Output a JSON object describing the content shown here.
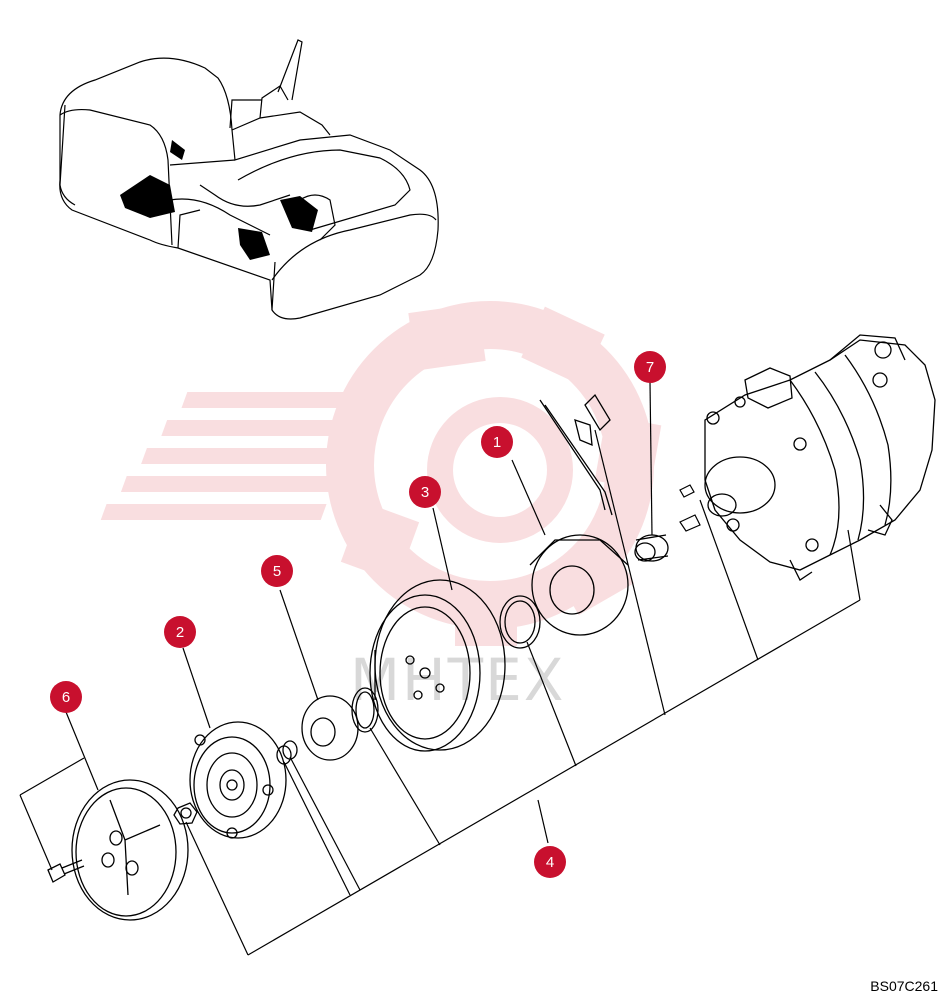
{
  "callouts": [
    {
      "label": "1"
    },
    {
      "label": "2"
    },
    {
      "label": "3"
    },
    {
      "label": "4"
    },
    {
      "label": "5"
    },
    {
      "label": "6"
    },
    {
      "label": "7"
    }
  ],
  "watermark": {
    "text": "МНТЕХ"
  },
  "drawing_code": "BS07C261",
  "colors": {
    "callout": "#c8102e",
    "watermark": "#f4c3c6",
    "line": "#000000"
  }
}
